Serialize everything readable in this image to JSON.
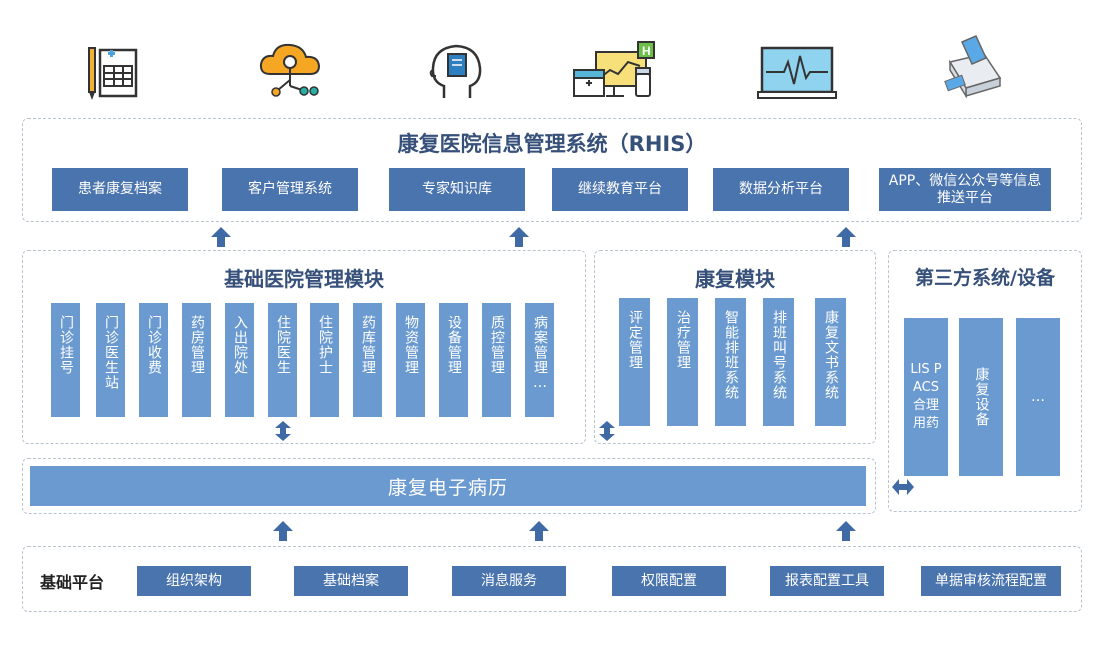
{
  "icons": [
    "document-form-icon",
    "cloud-network-icon",
    "brain-book-icon",
    "medical-chart-icon",
    "monitor-ecg-icon",
    "card-reader-icon"
  ],
  "rhis": {
    "title": "康复医院信息管理系统（RHIS）",
    "items": [
      "患者康复档案",
      "客户管理系统",
      "专家知识库",
      "继续教育平台",
      "数据分析平台",
      "APP、微信公众号等信息推送平台"
    ]
  },
  "basic_module": {
    "title": "基础医院管理模块",
    "items": [
      "门诊挂号",
      "门诊医生站",
      "门诊收费",
      "药房管理",
      "入出院处",
      "住院医生",
      "住院护士",
      "药库管理",
      "物资管理",
      "设备管理",
      "质控管理",
      "病案管理…"
    ]
  },
  "rehab_module": {
    "title": "康复模块",
    "items": [
      "评定管理",
      "治疗管理",
      "智能排班系统",
      "排班叫号系统",
      "康复文书系统"
    ]
  },
  "third_party": {
    "title": "第三方系统/设备",
    "items": [
      "LIS PACS 合理用药",
      "康复设备",
      "…"
    ]
  },
  "emr": {
    "label": "康复电子病历"
  },
  "platform": {
    "label": "基础平台",
    "items": [
      "组织架构",
      "基础档案",
      "消息服务",
      "权限配置",
      "报表配置工具",
      "单据审核流程配置"
    ]
  },
  "colors": {
    "dark": "#4a74ad",
    "light": "#6a9ad0",
    "title": "#36507a",
    "arrow": "#3f6aa6"
  }
}
